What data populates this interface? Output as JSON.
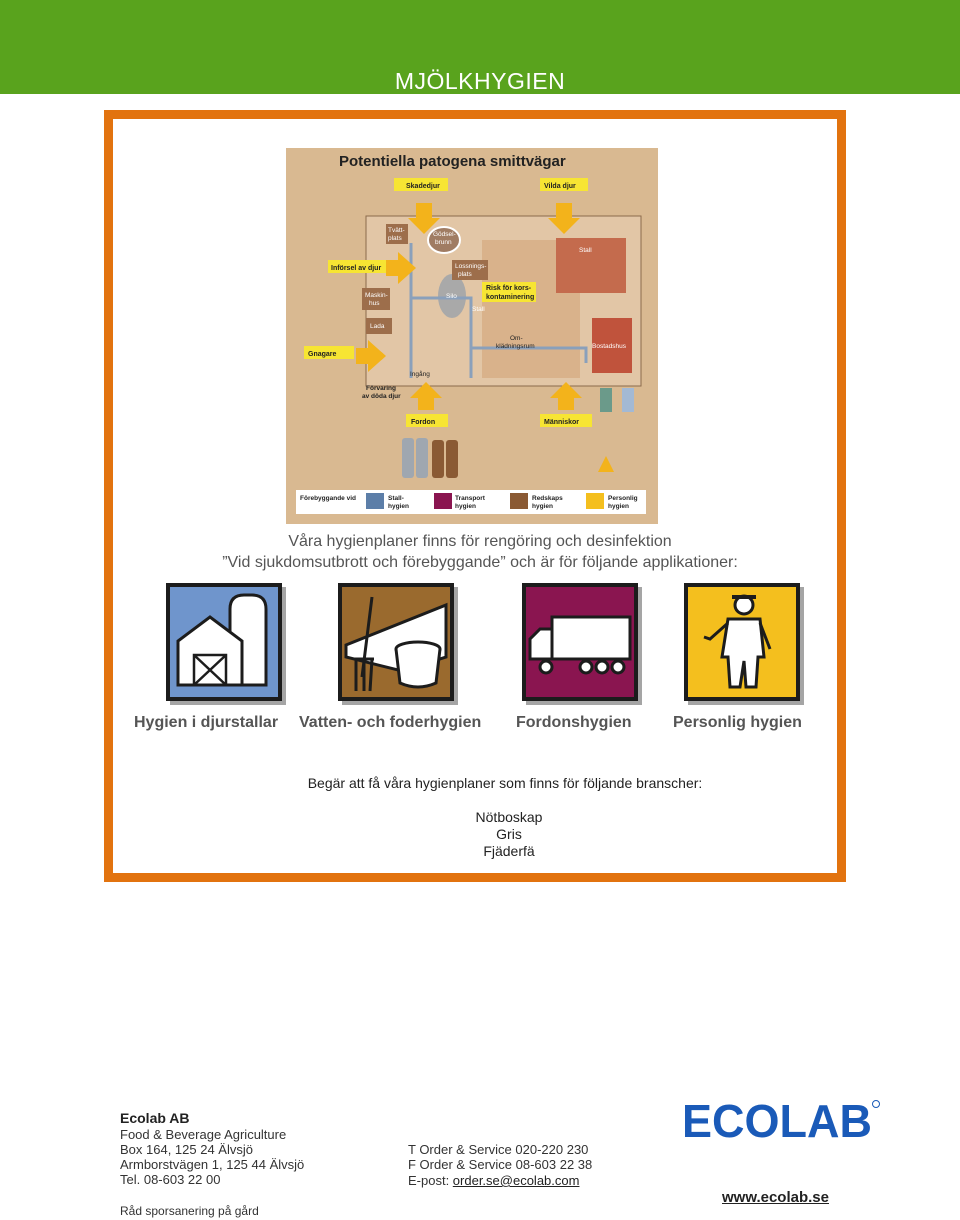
{
  "header": {
    "title": "MJÖLKHYGIEN"
  },
  "diagram": {
    "title": "Potentiella patogena smittvägar",
    "labels": {
      "skadedjur": "Skadedjur",
      "vilda_djur": "Vilda djur",
      "tvatt": "Tvätt-",
      "tvatt2": "plats",
      "godsel": "Gödsel-",
      "godsel2": "brunn",
      "stall_top": "Stall",
      "inforsel": "Införsel av djur",
      "lossning": "Lossnings-",
      "lossning2": "plats",
      "maskin": "Maskin-",
      "maskin2": "hus",
      "silo": "Silo",
      "risk1": "Risk för kors-",
      "risk2": "kontaminering",
      "stall_mid": "Stall",
      "lada": "Lada",
      "om1": "Om-",
      "om2": "klädningsrum",
      "bostadshus": "Bostadshus",
      "gnagare": "Gnagare",
      "ingang": "Ingång",
      "forvaring1": "Förvaring",
      "forvaring2": "av döda djur",
      "fordon": "Fordon",
      "manniskor": "Människor"
    },
    "legend": {
      "title": "Förebyggande vid",
      "items": [
        "Stall-",
        "hygien",
        "Transport",
        "hygien",
        "Redskaps",
        "hygien",
        "Personlig",
        "hygien"
      ]
    }
  },
  "intro": {
    "line1": "Våra hygienplaner finns för rengöring och desinfektion",
    "line2": "”Vid sjukdomsutbrott och förebyggande” och är för följande applikationer:"
  },
  "applications": [
    {
      "label": "Hygien i djurstallar",
      "color": "#6f95cc"
    },
    {
      "label": "Vatten- och foderhygien",
      "color": "#9a6a2e"
    },
    {
      "label": "Fordonshygien",
      "color": "#8a1550"
    },
    {
      "label": "Personlig hygien",
      "color": "#f4bf1e"
    }
  ],
  "request": {
    "text": "Begär att få våra hygienplaner som finns för följande branscher:"
  },
  "sectors": [
    "Nötboskap",
    "Gris",
    "Fjäderfä"
  ],
  "footer": {
    "company": "Ecolab AB",
    "division": "Food & Beverage Agriculture",
    "box": "Box 164, 125 24 Älvsjö",
    "street": "Armborstvägen 1, 125 44 Älvsjö",
    "tel": "Tel. 08-603 22 00",
    "order_tel": "T Order & Service 020-220 230",
    "order_fax": "F Order & Service 08-603 22 38",
    "email_label": "E-post: ",
    "email": "order.se@ecolab.com",
    "doc": "Råd sporsanering på gård",
    "logo": "ECOLAB",
    "url": "www.ecolab.se"
  },
  "colors": {
    "banner": "#59a31d",
    "frame": "#e2730f",
    "logo": "#1a5ab8",
    "arrow": "#f3b31b"
  }
}
